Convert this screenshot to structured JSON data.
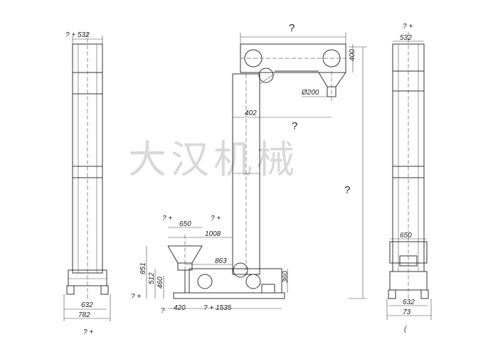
{
  "watermark": "大汉机械",
  "left_view": {
    "top_label": "? + 532",
    "bottom_labels": [
      "632",
      "782"
    ],
    "footer_label": "? +"
  },
  "front_view": {
    "top_width": "?",
    "head_height": "400",
    "outlet_diameter": "Ø200",
    "head_offset": "402",
    "mid_label": "?",
    "overall_height": "?",
    "feeder_top": "? +",
    "feeder_top_right": "? +",
    "feeder_width": "650",
    "feeder_reach": "1008",
    "inlet_offset": "863",
    "left_heights": [
      "851",
      "512",
      "460"
    ],
    "left_mark": "? +",
    "boot_height": "360",
    "base_dims": [
      "?",
      "420",
      "? + 1535"
    ]
  },
  "right_view": {
    "top_label": "? +",
    "top_width": "532",
    "hopper_width": "650",
    "bottom_labels": [
      "632",
      "73",
      "("
    ]
  }
}
